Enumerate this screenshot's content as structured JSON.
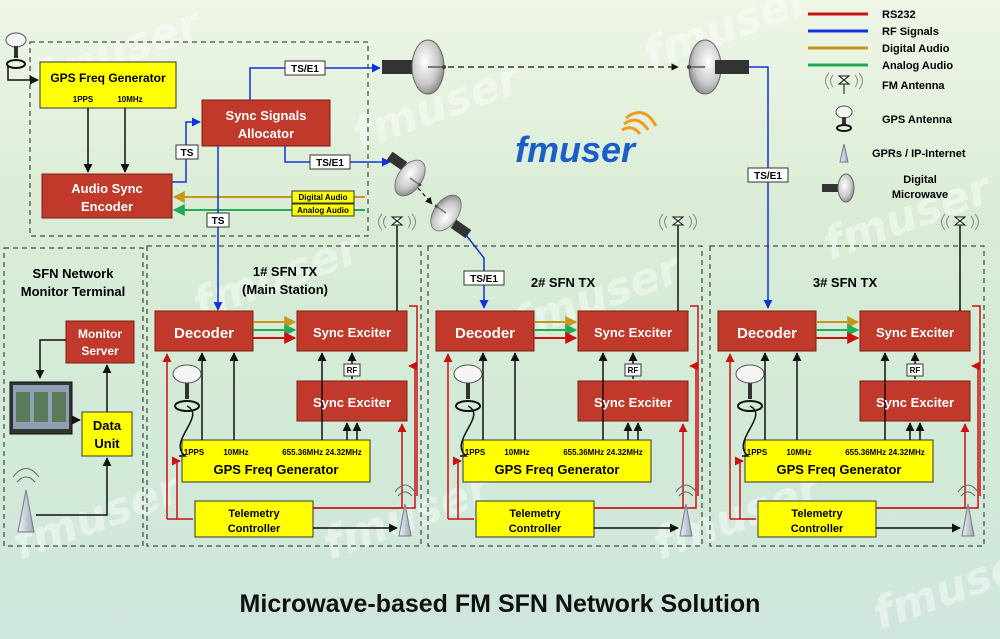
{
  "title": "Microwave-based FM SFN Network Solution",
  "logo": "fmuser",
  "legend": {
    "rs232": "RS232",
    "rf": "RF Signals",
    "digital_audio": "Digital Audio",
    "analog_audio": "Analog Audio",
    "fm_antenna": "FM Antenna",
    "gps_antenna": "GPS Antenna",
    "gprs": "GPRs / IP-Internet",
    "microwave_line1": "Digital",
    "microwave_line2": "Microwave"
  },
  "colors": {
    "rs232": "#cc1111",
    "rf": "#1133dd",
    "digital_audio": "#c8961e",
    "analog_audio": "#22aa55",
    "block_red": "#c0392b",
    "block_yellow": "#ffff00"
  },
  "head": {
    "gps_gen": "GPS Freq Generator",
    "pps": "1PPS",
    "mhz10": "10MHz",
    "sync_alloc_line1": "Sync Signals",
    "sync_alloc_line2": "Allocator",
    "audio_sync_line1": "Audio Sync",
    "audio_sync_line2": "Encoder",
    "ts": "TS",
    "ts_e1": "TS/E1",
    "digital_audio_tag": "Digital Audio",
    "analog_audio_tag": "Analog Audio"
  },
  "monitor": {
    "title_line1": "SFN Network",
    "title_line2": "Monitor Terminal",
    "server_line1": "Monitor",
    "server_line2": "Server",
    "data_line1": "Data",
    "data_line2": "Unit"
  },
  "tx_common": {
    "decoder": "Decoder",
    "sync_exciter": "Sync Exciter",
    "rf": "RF",
    "pps": "1PPS",
    "mhz10": "10MHz",
    "freqs": "655.36MHz 24.32MHz",
    "gps_gen": "GPS Freq Generator",
    "telemetry_line1": "Telemetry",
    "telemetry_line2": "Controller"
  },
  "tx1": {
    "title_line1": "1# SFN TX",
    "title_line2": "(Main Station)"
  },
  "tx2": {
    "title": "2# SFN TX"
  },
  "tx3": {
    "title": "3# SFN TX"
  }
}
